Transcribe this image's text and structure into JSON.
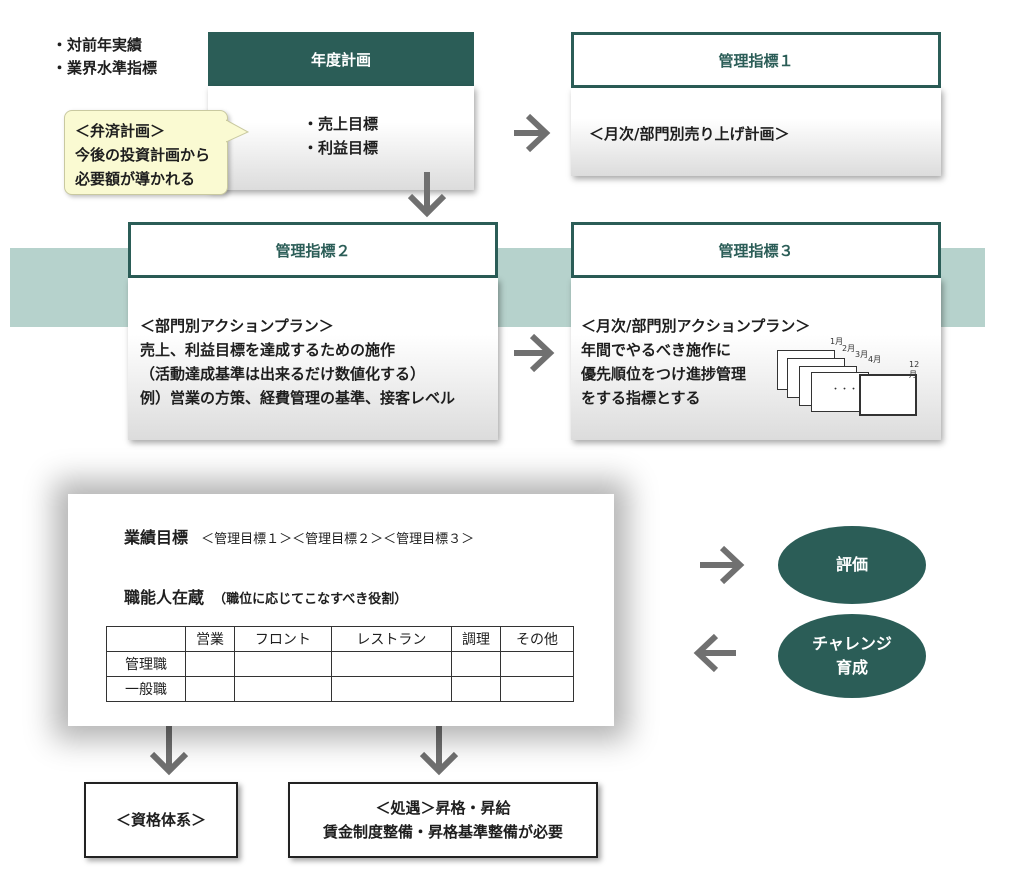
{
  "top_bullets": [
    "・対前年実績",
    "・業界水準指標"
  ],
  "annual_plan": {
    "title": "年度計画",
    "items": [
      "・売上目標",
      "・利益目標"
    ]
  },
  "note": {
    "line1": "＜弁済計画＞",
    "line2": "今後の投資計画から",
    "line3": "必要額が導かれる"
  },
  "mgmt1": {
    "title": "管理指標１",
    "body": "＜月次/部門別売り上げ計画＞"
  },
  "mgmt2": {
    "title": "管理指標２",
    "lines": [
      "＜部門別アクションプラン＞",
      "売上、利益目標を達成するための施作",
      "（活動達成基準は出来るだけ数値化する）",
      "例）営業の方策、経費管理の基準、接客レベル"
    ]
  },
  "mgmt3": {
    "title": "管理指標３",
    "lines": [
      "＜月次/部門別アクションプラン＞",
      "年間でやるべき施作に",
      "優先順位をつけ進捗管理",
      "をする指標とする"
    ],
    "months": [
      "1月",
      "2月",
      "3月",
      "4月",
      "12月"
    ],
    "dots": "・・・"
  },
  "eval_box": {
    "performance_label": "業績目標",
    "performance_detail": "＜管理目標１＞＜管理目標２＞＜管理目標３＞",
    "competency_label": "職能人在蔵",
    "competency_detail": "（職位に応じてこなすべき役割）",
    "table": {
      "headers": [
        "",
        "営業",
        "フロント",
        "レストラン",
        "調理",
        "その他"
      ],
      "rows": [
        "管理職",
        "一般職"
      ]
    }
  },
  "ovals": {
    "evaluation": "評価",
    "challenge_line1": "チャレンジ",
    "challenge_line2": "育成"
  },
  "bottom_boxes": {
    "qualification": "＜資格体系＞",
    "treatment_line1": "＜処遇＞昇格・昇給",
    "treatment_line2": "賃金制度整備・昇格基準整備が必要"
  },
  "colors": {
    "teal": "#2b5d57",
    "band": "#b6d2cc",
    "note": "#fafad2",
    "arrow": "#707070"
  }
}
